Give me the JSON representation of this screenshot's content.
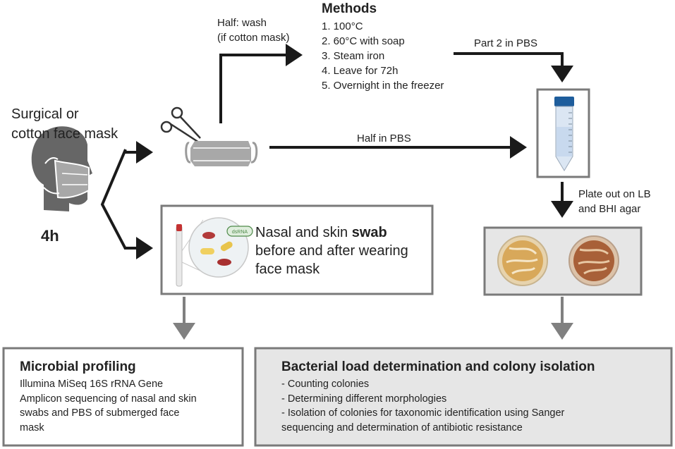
{
  "left": {
    "mask_label_line1": "Surgical or",
    "mask_label_line2": "cotton face mask",
    "duration": "4h"
  },
  "half_wash": {
    "line1": "Half: wash",
    "line2": "(if cotton mask)"
  },
  "methods": {
    "title": "Methods",
    "items": [
      "1. 100°C",
      "2. 60°C with soap",
      "3. Steam iron",
      "4. Leave for 72h",
      "5. Overnight in the freezer"
    ]
  },
  "arrows": {
    "part2": "Part 2 in PBS",
    "half_pbs": "Half in PBS",
    "plate_line1": "Plate out on LB",
    "plate_line2": "and BHI agar"
  },
  "swab_box": {
    "line1_prefix": "Nasal and skin ",
    "line1_bold": "swab",
    "line2": "before and after wearing",
    "line3": "face mask",
    "tube_label": "dsRNA"
  },
  "microbial": {
    "title": "Microbial profiling",
    "lines": [
      "Illumina MiSeq 16S rRNA Gene",
      "Amplicon sequencing of nasal and skin",
      "swabs and PBS of submerged face",
      "mask"
    ]
  },
  "bacterial": {
    "title": "Bacterial load determination and colony isolation",
    "lines": [
      "- Counting colonies",
      "- Determining different morphologies",
      "- Isolation of colonies for taxonomic identification using Sanger",
      "sequencing and determination of antibiotic resistance"
    ]
  },
  "colors": {
    "arrow": "#1a1a1a",
    "grey_arrow": "#808080",
    "box_border": "#7a7a7a",
    "grey_fill": "#e6e6e6",
    "mask": "#a8a8a8",
    "head": "#666666",
    "tube_cap": "#1e5d9c",
    "plate_yellow": "#d8a85a",
    "plate_brown": "#a86038"
  }
}
